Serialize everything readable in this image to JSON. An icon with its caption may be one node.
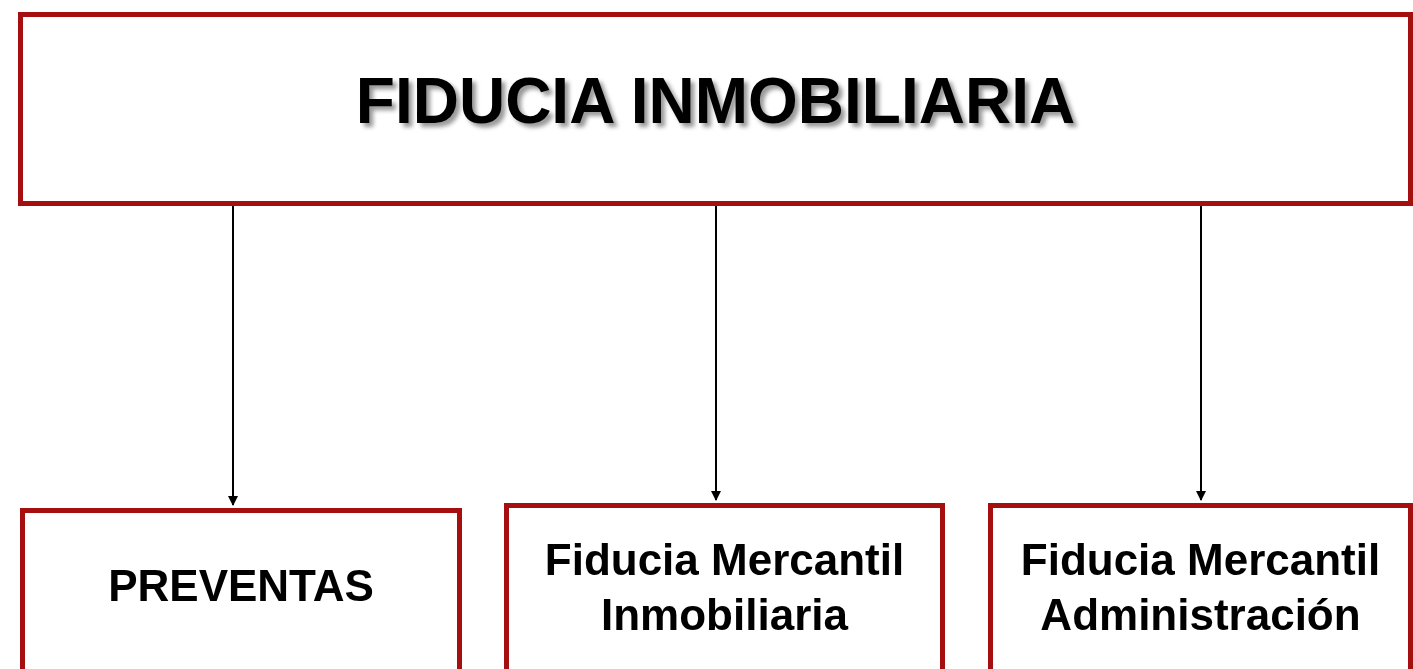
{
  "diagram": {
    "nodes": [
      {
        "text": [
          "FIDUCIA INMOBILIARIA"
        ]
      },
      {
        "text": [
          "PREVENTAS"
        ]
      },
      {
        "text": [
          "Fiducia Mercantil Inmobiliaria"
        ]
      },
      {
        "text": [
          "Fiducia Mercantil Administración"
        ]
      }
    ],
    "edges": [
      {
        "from": 0,
        "to": 1,
        "arrow": "to"
      },
      {
        "from": 0,
        "to": 2,
        "arrow": "to"
      },
      {
        "from": 0,
        "to": 3,
        "arrow": "to"
      }
    ]
  }
}
